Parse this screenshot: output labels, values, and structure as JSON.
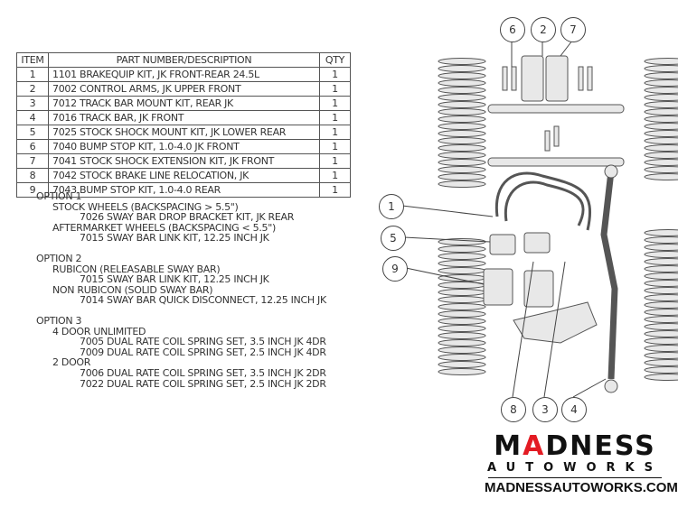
{
  "parts_table": {
    "headers": [
      "ITEM",
      "PART NUMBER/DESCRIPTION",
      "QTY"
    ],
    "rows": [
      {
        "item": "1",
        "description": "1101 BRAKEQUIP KIT, JK FRONT-REAR 24.5L",
        "qty": "1"
      },
      {
        "item": "2",
        "description": "7002 CONTROL ARMS, JK UPPER FRONT",
        "qty": "1"
      },
      {
        "item": "3",
        "description": "7012 TRACK BAR MOUNT KIT, REAR JK",
        "qty": "1"
      },
      {
        "item": "4",
        "description": "7016 TRACK BAR, JK FRONT",
        "qty": "1"
      },
      {
        "item": "5",
        "description": "7025 STOCK SHOCK MOUNT KIT, JK LOWER REAR",
        "qty": "1"
      },
      {
        "item": "6",
        "description": "7040 BUMP STOP KIT, 1.0-4.0 JK FRONT",
        "qty": "1"
      },
      {
        "item": "7",
        "description": "7041 STOCK SHOCK EXTENSION KIT, JK FRONT",
        "qty": "1"
      },
      {
        "item": "8",
        "description": "7042 STOCK BRAKE LINE RELOCATION, JK",
        "qty": "1"
      },
      {
        "item": "9",
        "description": "7043 BUMP STOP KIT, 1.0-4.0 REAR",
        "qty": "1"
      }
    ]
  },
  "options": [
    {
      "title": "OPTION 1",
      "groups": [
        {
          "label": "STOCK WHEELS (BACKSPACING > 5.5\")",
          "items": [
            "7026 SWAY BAR DROP BRACKET KIT, JK REAR"
          ]
        },
        {
          "label": "AFTERMARKET WHEELS (BACKSPACING < 5.5\")",
          "items": [
            "7015 SWAY BAR LINK KIT, 12.25 INCH JK"
          ]
        }
      ]
    },
    {
      "title": "OPTION 2",
      "groups": [
        {
          "label": "RUBICON (RELEASABLE SWAY BAR)",
          "items": [
            "7015 SWAY BAR LINK KIT, 12.25 INCH JK"
          ]
        },
        {
          "label": "NON RUBICON  (SOLID SWAY BAR)",
          "items": [
            "7014 SWAY BAR QUICK DISCONNECT, 12.25 INCH JK"
          ]
        }
      ]
    },
    {
      "title": "OPTION 3",
      "groups": [
        {
          "label": "4 DOOR UNLIMITED",
          "items": [
            "7005 DUAL RATE COIL SPRING SET, 3.5 INCH JK 4DR",
            "7009 DUAL RATE COIL SPRING SET, 2.5 INCH JK 4DR"
          ]
        },
        {
          "label": "2 DOOR",
          "items": [
            "7006 DUAL RATE COIL SPRING SET, 3.5 INCH JK 2DR",
            "7022 DUAL RATE COIL SPRING SET, 2.5 INCH JK 2DR"
          ]
        }
      ]
    }
  ],
  "callouts": [
    "6",
    "2",
    "7",
    "1",
    "5",
    "9",
    "8",
    "3",
    "4"
  ],
  "logo": {
    "word_start": "M",
    "word_a": "A",
    "word_end": "DNESS",
    "sub": "AUTOWORKS",
    "url": "MADNESSAUTOWORKS.COM",
    "accent": "#e31b23"
  }
}
